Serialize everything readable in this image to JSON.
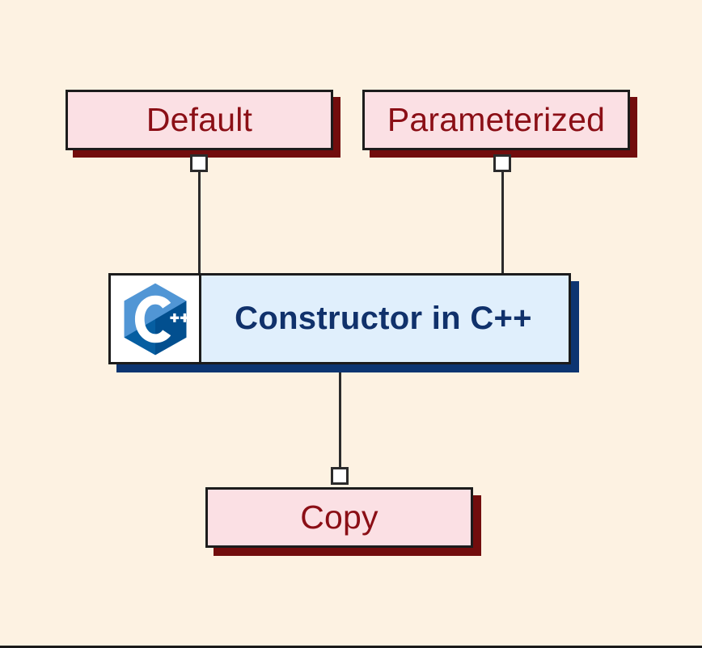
{
  "diagram": {
    "title_node": {
      "label": "Constructor in C++",
      "icon": "cpp-logo-icon",
      "fill": "#e0effc",
      "text_color": "#10316b",
      "shadow_color": "#0d3571"
    },
    "children": [
      {
        "id": "default",
        "label": "Default",
        "fill": "#fbe0e4",
        "text_color": "#8b0f16",
        "shadow_color": "#720d0d"
      },
      {
        "id": "parameterized",
        "label": "Parameterized",
        "fill": "#fbe0e4",
        "text_color": "#8b0f16",
        "shadow_color": "#720d0d"
      },
      {
        "id": "copy",
        "label": "Copy",
        "fill": "#fbe0e4",
        "text_color": "#8b0f16",
        "shadow_color": "#720d0d"
      }
    ],
    "background_color": "#fdf2e2",
    "connector_color": "#2b2b2b"
  }
}
